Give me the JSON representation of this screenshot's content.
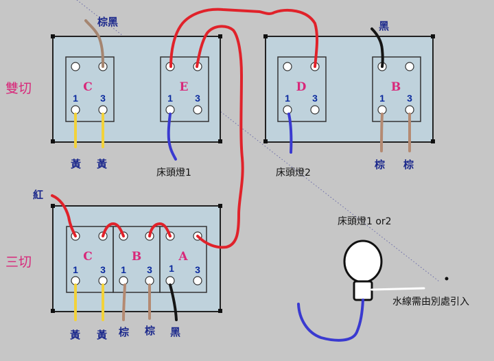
{
  "colors": {
    "background": "#c6c6c6",
    "plate": "#bfd2dc",
    "red": "#e0222a",
    "blue": "#3a3ad0",
    "yellow": "#f2d23a",
    "brown": "#b48a72",
    "black": "#151515",
    "label_pink": "#d8287a",
    "label_blue": "#1d2a8c"
  },
  "sections": {
    "double_switch": "雙切",
    "triple_switch": "三切"
  },
  "switches": {
    "double_left": [
      {
        "letter": "C",
        "pin1": "1",
        "pin3": "3"
      },
      {
        "letter": "E",
        "pin1": "1",
        "pin3": "3"
      }
    ],
    "double_right": [
      {
        "letter": "D",
        "pin1": "1",
        "pin3": "3"
      },
      {
        "letter": "B",
        "pin1": "1",
        "pin3": "3"
      }
    ],
    "triple": [
      {
        "letter": "C",
        "pin1": "1",
        "pin3": "3"
      },
      {
        "letter": "B",
        "pin1": "1",
        "pin3": "3"
      },
      {
        "letter": "A",
        "pin1": "1",
        "pin3": "3"
      }
    ]
  },
  "wire_labels": {
    "brown_black": "棕黑",
    "black_top": "黑",
    "yellow_1": "黃",
    "yellow_2": "黃",
    "brown_b1": "棕",
    "brown_b2": "棕",
    "red": "紅",
    "tri_yellow_1": "黃",
    "tri_yellow_2": "黃",
    "tri_brown_1": "棕",
    "tri_brown_2": "棕",
    "tri_black": "黑"
  },
  "annotations": {
    "bedside_lamp_1": "床頭燈1",
    "bedside_lamp_2": "床頭燈2",
    "bedside_lamp_either": "床頭燈1 or2",
    "neutral_note": "水線需由別處引入"
  }
}
